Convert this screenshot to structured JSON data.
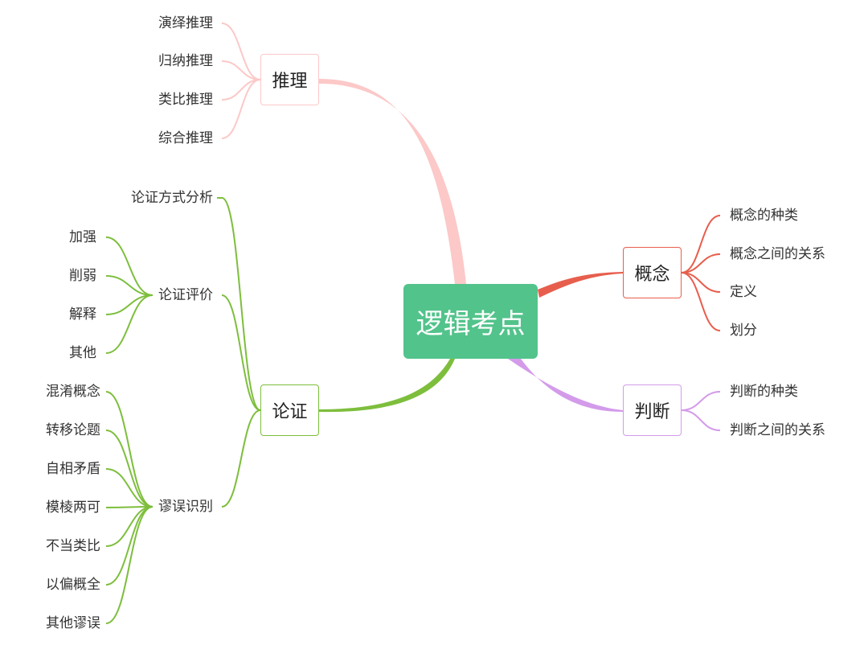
{
  "mindmap": {
    "root": {
      "label": "逻辑考点",
      "color": "#52c38b"
    },
    "branches": {
      "tuili": {
        "label": "推理",
        "color": "#fcc8c8",
        "children": [
          "演绎推理",
          "归纳推理",
          "类比推理",
          "综合推理"
        ]
      },
      "gainian": {
        "label": "概念",
        "color": "#e75e4d",
        "children": [
          "概念的种类",
          "概念之间的关系",
          "定义",
          "划分"
        ]
      },
      "panduan": {
        "label": "判断",
        "color": "#d39bea",
        "children": [
          "判断的种类",
          "判断之间的关系"
        ]
      },
      "lunzheng": {
        "label": "论证",
        "color": "#7dbe3c",
        "children": {
          "fangshi": {
            "label": "论证方式分析"
          },
          "pingjia": {
            "label": "论证评价",
            "children": [
              "加强",
              "削弱",
              "解释",
              "其他"
            ]
          },
          "miuwu": {
            "label": "谬误识别",
            "children": [
              "混淆概念",
              "转移论题",
              "自相矛盾",
              "模棱两可",
              "不当类比",
              "以偏概全",
              "其他谬误"
            ]
          }
        }
      }
    }
  }
}
